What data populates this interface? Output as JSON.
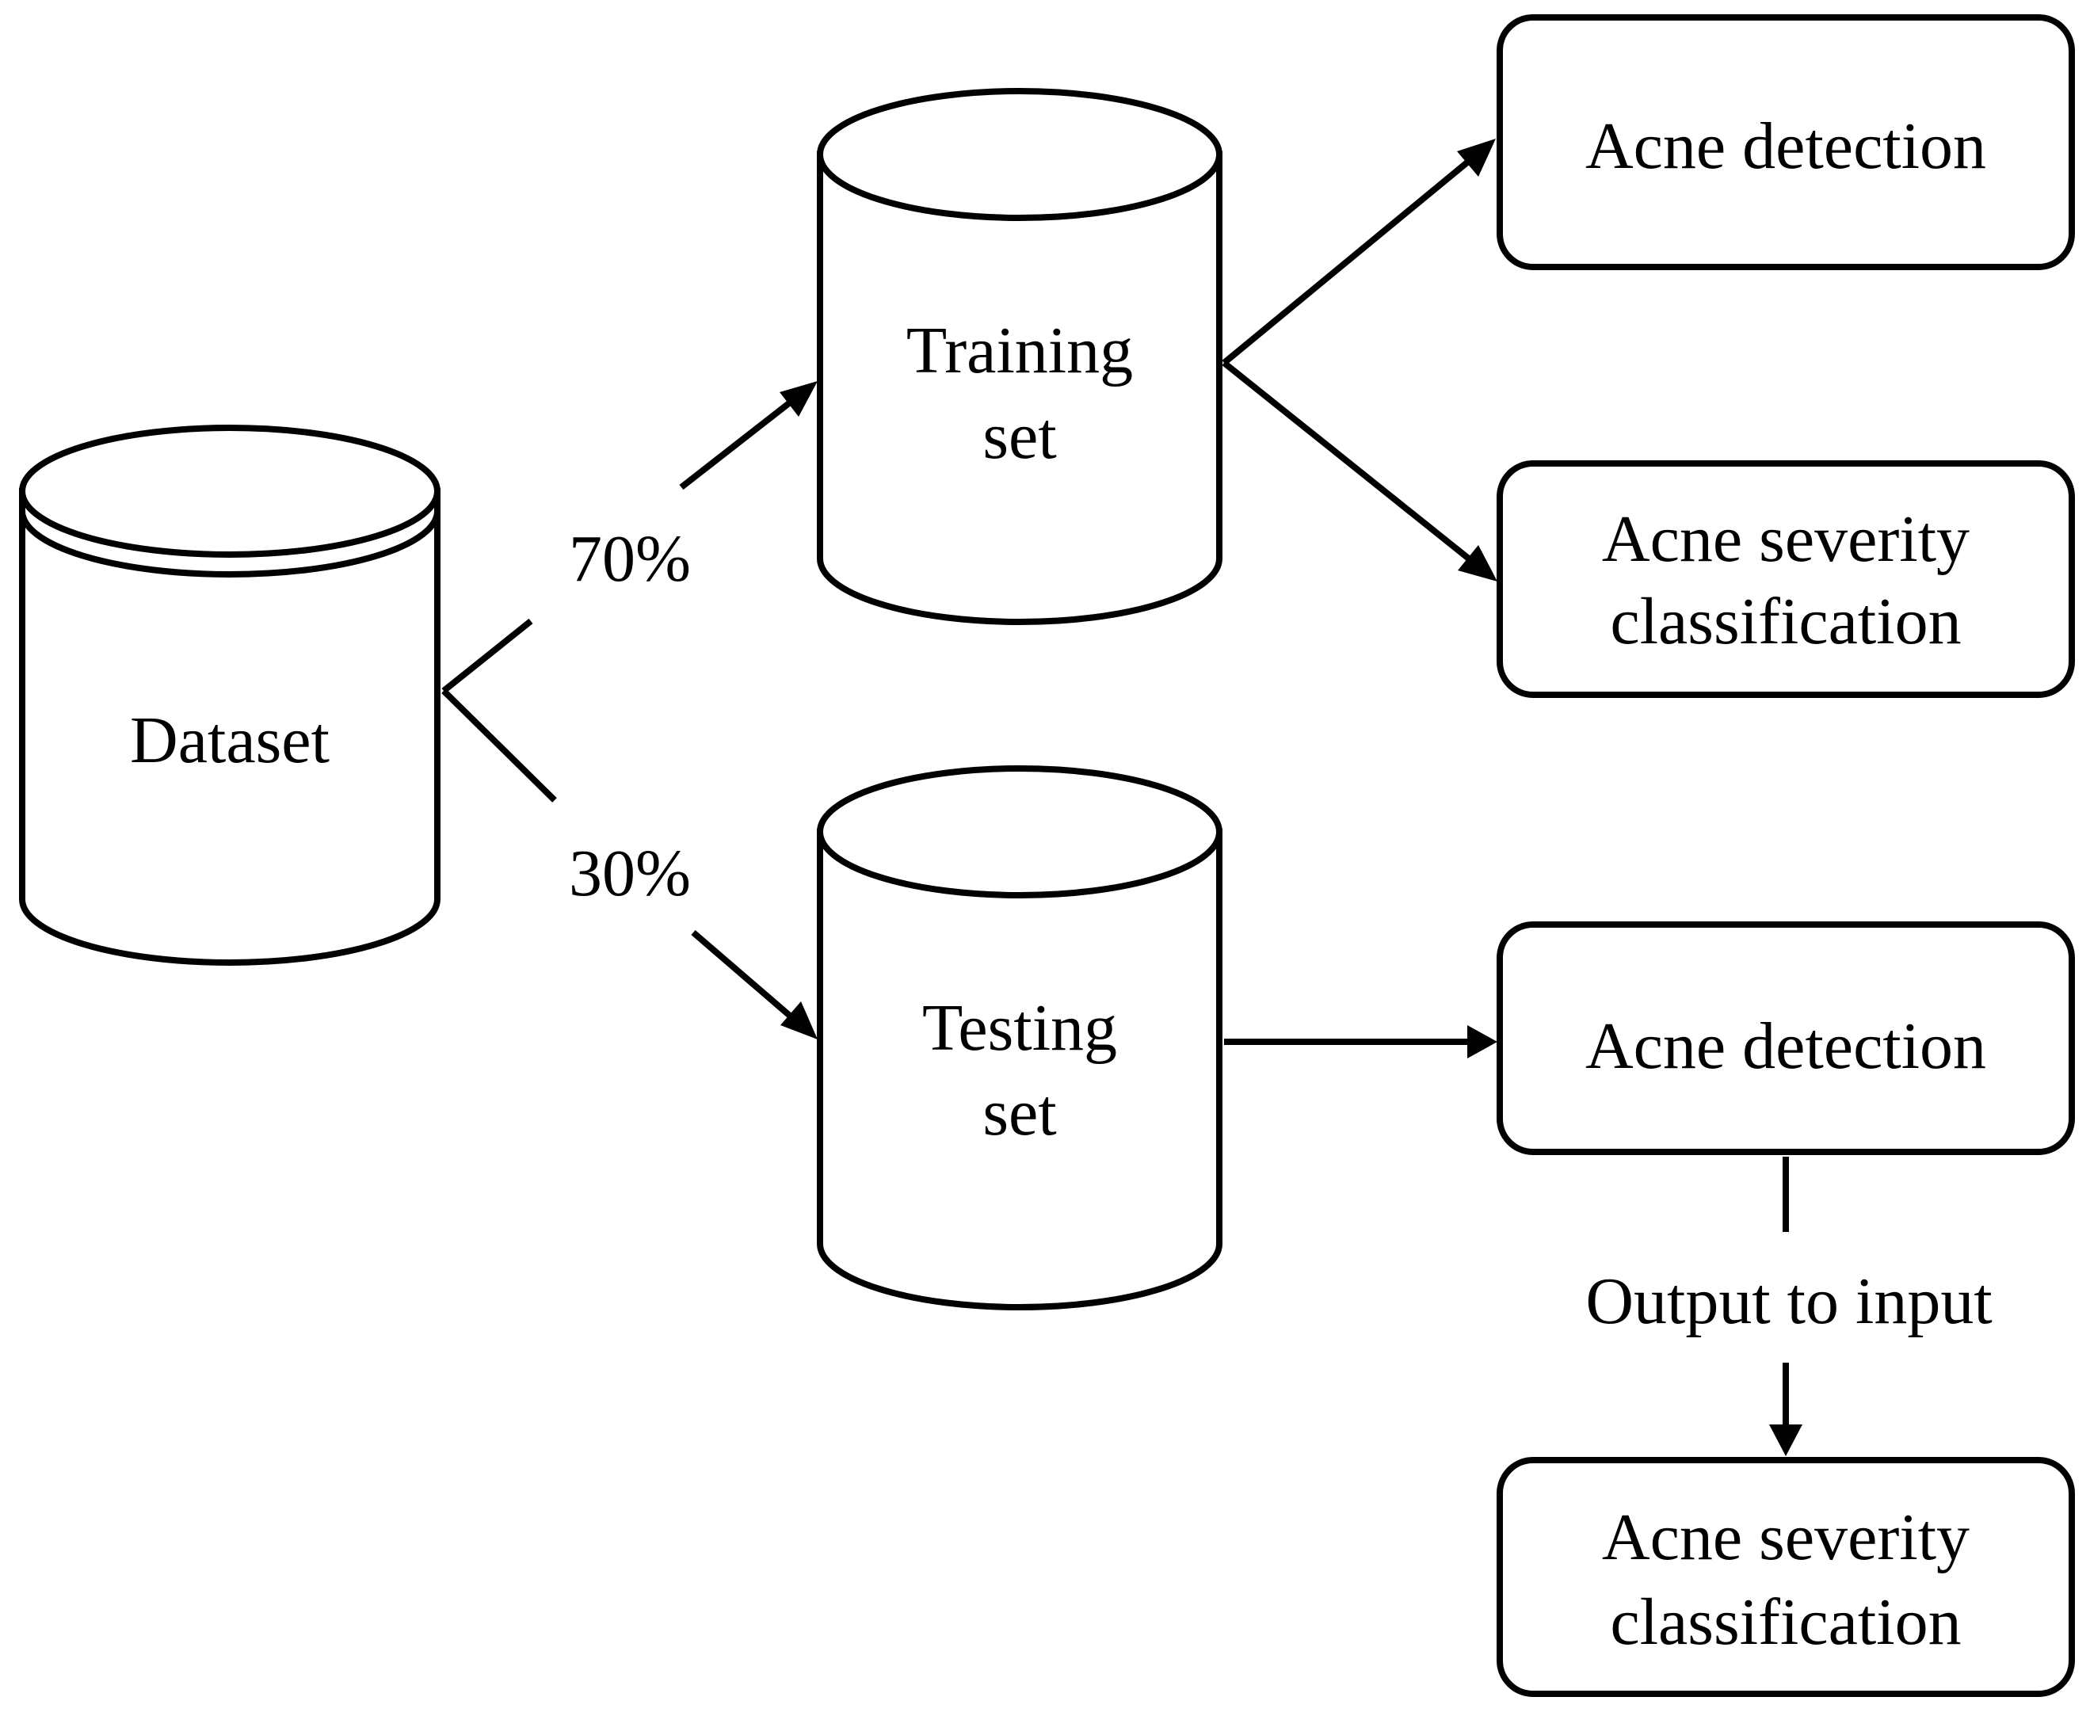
{
  "nodes": {
    "dataset": {
      "label": "Dataset"
    },
    "training_set": {
      "line1": "Training",
      "line2": "set"
    },
    "testing_set": {
      "line1": "Testing",
      "line2": "set"
    },
    "train_detection": {
      "label": "Acne detection"
    },
    "train_severity": {
      "line1": "Acne severity",
      "line2": "classification"
    },
    "test_detection": {
      "label": "Acne detection"
    },
    "test_severity": {
      "line1": "Acne severity",
      "line2": "classification"
    }
  },
  "edges": {
    "to_training": {
      "label": "70%"
    },
    "to_testing": {
      "label": "30%"
    },
    "detection_to_severity": {
      "label": "Output to input"
    }
  },
  "colors": {
    "stroke": "#000000",
    "background": "#ffffff"
  }
}
